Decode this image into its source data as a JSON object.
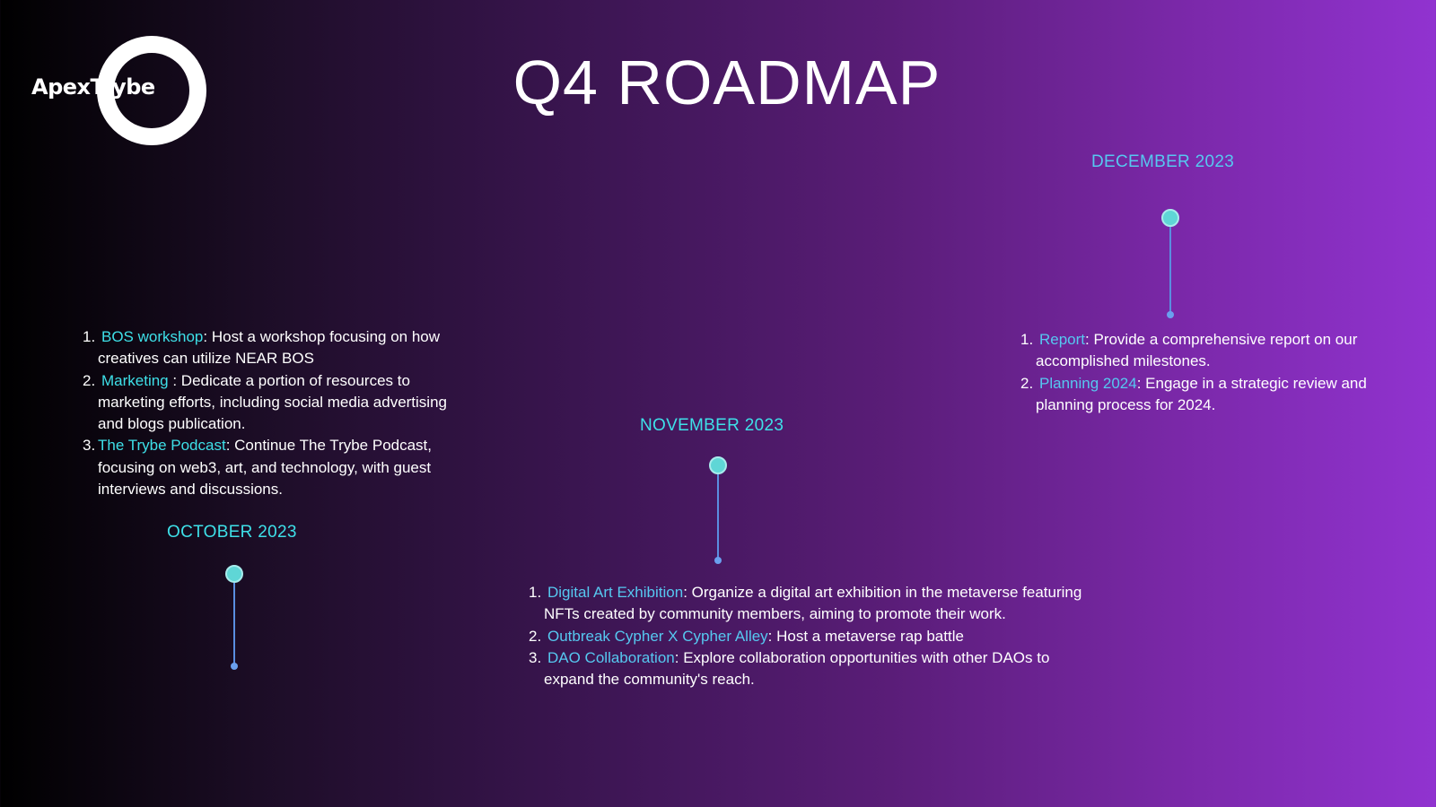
{
  "brand": {
    "logo_text": "ApexTrybe"
  },
  "page_title": "Q4 ROADMAP",
  "colors": {
    "accent_cyan": "#3ee0e8",
    "accent_blue": "#56c8f0",
    "pin_knob": "#5fd6d6",
    "pin_stem": "#5a8ee0",
    "gradient_start": "#000000",
    "gradient_end": "#9133d0"
  },
  "october": {
    "label": "OCTOBER  2023",
    "items": [
      {
        "num": "1.",
        "title": "BOS workshop",
        "text": ": Host a workshop focusing on how creatives can utilize NEAR BOS"
      },
      {
        "num": "2.",
        "title": "Marketing",
        "text": " : Dedicate a portion of resources to marketing efforts, including social media advertising and blogs publication."
      },
      {
        "num": "3.",
        "title": "The Trybe Podcast",
        "text": ": Continue The Trybe Podcast, focusing on web3, art, and technology, with guest interviews and discussions."
      }
    ]
  },
  "november": {
    "label": "NOVEMBER 2023",
    "items": [
      {
        "num": "1.",
        "title": "Digital Art Exhibition",
        "text": ": Organize a digital art exhibition in the metaverse featuring NFTs created by community members, aiming to promote their work."
      },
      {
        "num": "2.",
        "title": "Outbreak Cypher X Cypher Alley",
        "text": ": Host a metaverse rap battle"
      },
      {
        "num": "3.",
        "title": "DAO Collaboration",
        "text": ": Explore collaboration opportunities with other DAOs to expand the community's reach."
      }
    ]
  },
  "december": {
    "label": "DECEMBER  2023",
    "items": [
      {
        "num": "1.",
        "title": "Report",
        "text": ": Provide a comprehensive report on our accomplished milestones."
      },
      {
        "num": "2.",
        "title": "Planning 2024",
        "text": ": Engage in a strategic review and planning process for 2024."
      }
    ]
  }
}
